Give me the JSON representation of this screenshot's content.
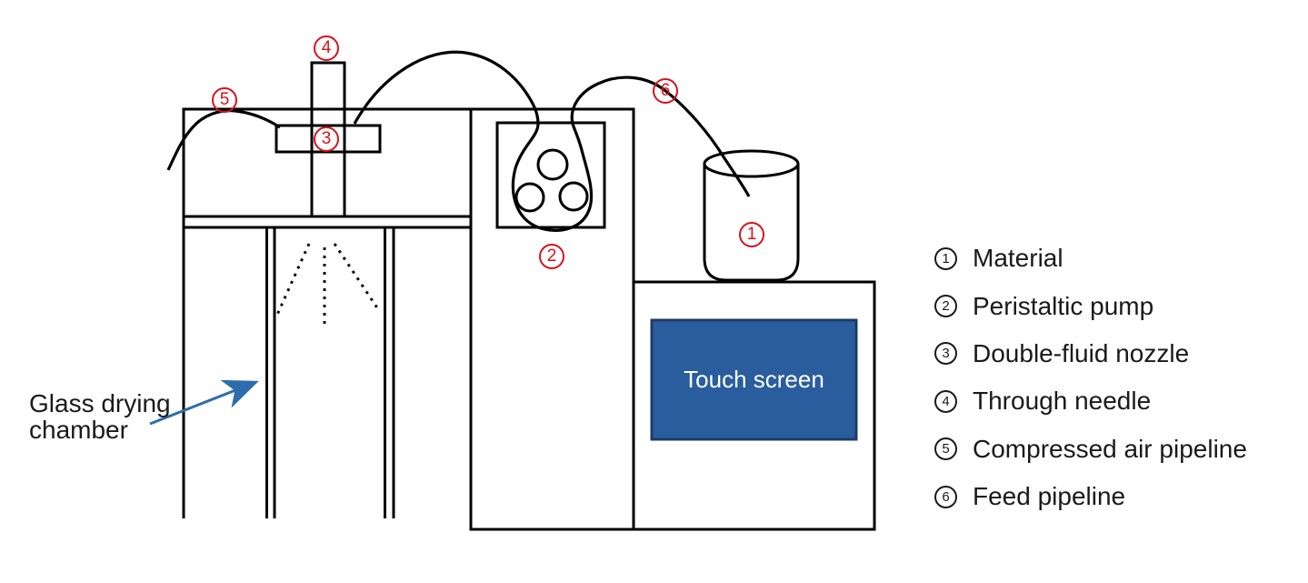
{
  "diagram": {
    "chamber_label": {
      "line1": "Glass drying",
      "line2": "chamber"
    },
    "touch_screen_label": "Touch screen",
    "markers": [
      {
        "num": "1"
      },
      {
        "num": "2"
      },
      {
        "num": "3"
      },
      {
        "num": "4"
      },
      {
        "num": "5"
      },
      {
        "num": "6"
      }
    ],
    "colors": {
      "line": "#000000",
      "marker_red": "#d6131c",
      "arrow_blue": "#2e6dad",
      "screen_fill": "#2a5d9e",
      "screen_border": "#1f3a68",
      "screen_text": "#ffffff"
    }
  },
  "legend": {
    "items": [
      {
        "num": "1",
        "label": "Material"
      },
      {
        "num": "2",
        "label": "Peristaltic pump"
      },
      {
        "num": "3",
        "label": "Double-fluid nozzle"
      },
      {
        "num": "4",
        "label": "Through needle"
      },
      {
        "num": "5",
        "label": "Compressed air pipeline"
      },
      {
        "num": "6",
        "label": "Feed pipeline"
      }
    ]
  }
}
